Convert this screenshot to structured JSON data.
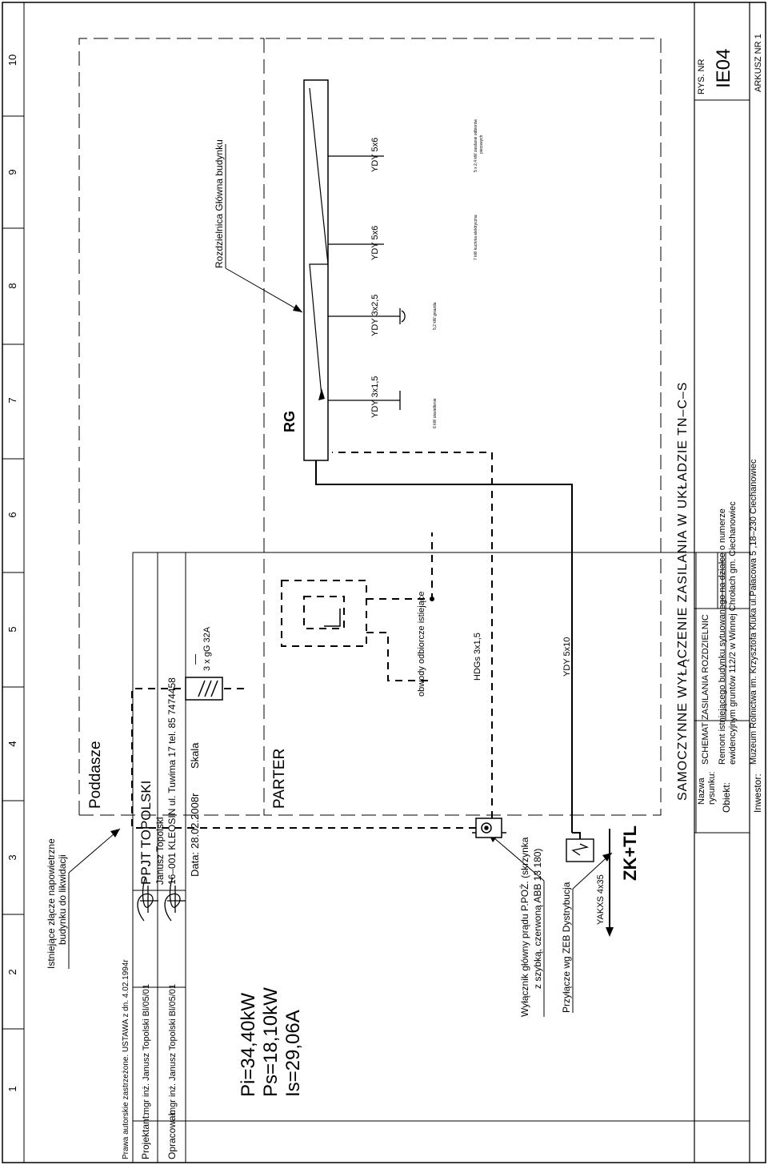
{
  "zone_numbers": [
    "1",
    "2",
    "3",
    "4",
    "5",
    "6",
    "7",
    "8",
    "9",
    "10"
  ],
  "rooms": {
    "attic": "Poddasze",
    "ground_floor": "PARTER"
  },
  "power_summary": {
    "pi": "Pi=34,40kW",
    "ps": "Ps=18,10kW",
    "is": "Is=29,06A"
  },
  "annotations": {
    "existing_connection_line1": "Istniejące złącze napowietrzne",
    "existing_connection_line2": "budynku do likwidacji",
    "main_switch_line1": "Wyłącznik główny prądu P.POŻ. (skrzynka",
    "main_switch_line2": "z szybką, czerwoną ABB 13 180)",
    "connection": "Przyłącze wg ZEB Dystrybucja",
    "connection_cable": "YAKXS 4x35",
    "zk_box": "ZK+TL",
    "fuse": "3 x gG 32A",
    "hdgs_cable": "HDGs 3x1,5",
    "main_cable": "YDY 5x10",
    "existing_receivers": "obwody odbiorcze istiejące",
    "rg_label": "RG",
    "rg_description": "Rozdzielnica Główna budynku"
  },
  "circuits": [
    {
      "cable": "YDY 3x1,5",
      "load": "6 kW  oświetlenie"
    },
    {
      "cable": "YDY 3x2,5",
      "load": "5,2 kW  gniazda"
    },
    {
      "cable": "YDY 5x6",
      "load": "7 kW  kuchnia elektryczna"
    },
    {
      "cable": "YDY 5x6",
      "load": "5 x 2,4 kW  zasilanie odbiorów",
      "load2": "piecowych"
    }
  ],
  "title_block": {
    "system_title": "SAMOCZYNNE  WYŁĄCZENIE  ZASILANIA  W  UKŁADZIE  TN–C–S",
    "copyright": "Prawa autorskie zastrzeżone. USTAWA z dn. 4.02.1994r",
    "designer_label": "Projektant:",
    "designer_value": "mgr inż. Janusz Topolski Bl/05/01",
    "prepared_label": "Opracował:",
    "prepared_value": "mgr inż. Janusz Topolski Bl/05/01",
    "company_name": "PPJT TOPOLSKI",
    "company_person": "Janusz Topolski",
    "company_address": "16–001 KLEOSIN ul. Tuwima 17 tel. 85 7474458",
    "date_label": "Data:",
    "date_value": "28.02.2008r",
    "scale_label": "Skala",
    "scale_value": "—",
    "drawing_name_label_1": "Nazwa",
    "drawing_name_label_2": "rysunku:",
    "drawing_name_value": "SCHEMAT ZASILANIA ROZDZIELNIC",
    "object_label": "Obiekt:",
    "object_value_1": "Remont istniejącego budynku sytuowanego na działce o numerze",
    "object_value_2": "ewidencyjnym gruntów 112/2 w Winnej Chrołach gm. Ciechanowiec",
    "investor_label": "Inwestor:",
    "investor_value": "Muzeum Rolnictwa im. Krzysztofa Kluka ul.Pałacowa 5 ,18–230 Ciechanowiec",
    "drawing_no_label": "RYS. NR",
    "drawing_no_value": "IE04",
    "sheet_label": "ARKUSZ  NR 1"
  }
}
